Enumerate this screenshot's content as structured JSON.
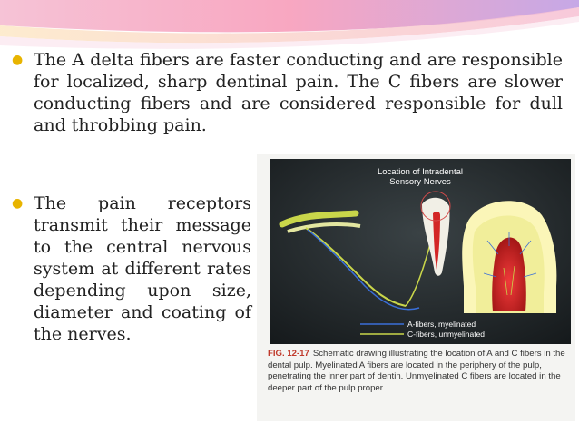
{
  "bullets": [
    {
      "text": "The A delta fibers are faster conducting and are responsible for localized, sharp dentinal pain. The C fibers are slower conducting fibers and are considered responsible for dull and throbbing pain."
    },
    {
      "text": "The pain receptors transmit their message to the central nervous system at different rates depending upon size, diameter and coating of the nerves."
    }
  ],
  "figure": {
    "title_line1": "Location of Intradental",
    "title_line2": "Sensory Nerves",
    "legend_a": "A-fibers, myelinated",
    "legend_c": "C-fibers, unmyelinated",
    "caption_label": "FIG. 12-17",
    "caption_text": "Schematic drawing illustrating the location of A and C fibers in the dental pulp. Myelinated A fibers are located in the periphery of the pulp, penetrating the inner part of dentin. Unmyelinated C fibers are located in the deeper part of the pulp proper.",
    "colors": {
      "a_fiber": "#3a6fd8",
      "c_fiber": "#c9d64a",
      "bullet_mark": "#e8b400",
      "background": "#1f2426"
    }
  }
}
